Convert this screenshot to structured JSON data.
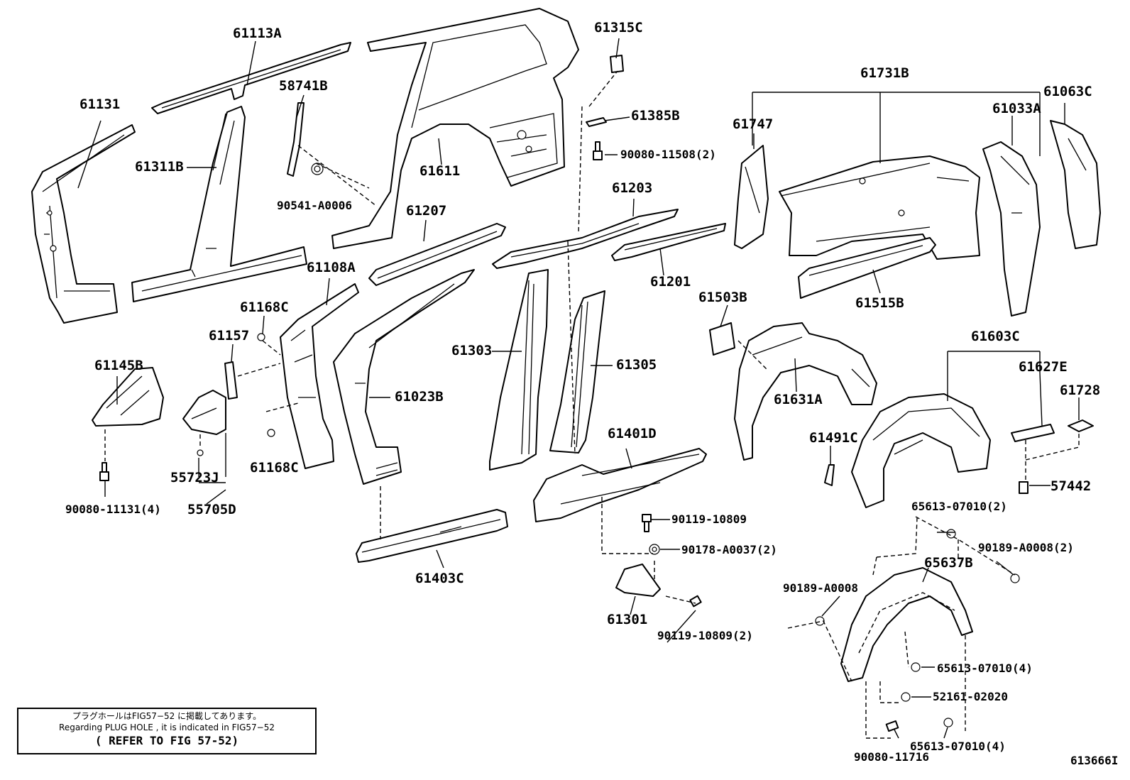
{
  "labels": {
    "p61113A": "61113A",
    "p61131": "61131",
    "p58741B": "58741B",
    "p61311B": "61311B",
    "p90541": "90541-A0006",
    "p61611": "61611",
    "p61315C": "61315C",
    "p61385B": "61385B",
    "p90080_11508": "90080-11508(2)",
    "p61203": "61203",
    "p61207": "61207",
    "p61201": "61201",
    "p61108A": "61108A",
    "p61168C_a": "61168C",
    "p61157": "61157",
    "p61145B": "61145B",
    "p61023B": "61023B",
    "p61303": "61303",
    "p61305": "61305",
    "p55723J": "55723J",
    "p61168C_b": "61168C",
    "p90080_11131": "90080-11131(4)",
    "p55705D": "55705D",
    "p61401D": "61401D",
    "p90119_10809": "90119-10809",
    "p90178": "90178-A0037(2)",
    "p61403C": "61403C",
    "p61301": "61301",
    "p90119_10809_2": "90119-10809(2)",
    "p61731B": "61731B",
    "p61063C": "61063C",
    "p61747": "61747",
    "p61033A": "61033A",
    "p61503B": "61503B",
    "p61515B": "61515B",
    "p61603C": "61603C",
    "p61627E": "61627E",
    "p61728": "61728",
    "p61631A": "61631A",
    "p61491C": "61491C",
    "p57442": "57442",
    "p65613_a": "65613-07010(2)",
    "p90189_a8_2": "90189-A0008(2)",
    "p65637B": "65637B",
    "p90189_a8": "90189-A0008",
    "p65613_b": "65613-07010(4)",
    "p52161": "52161-02020",
    "p90080_11716": "90080-11716",
    "p65613_c": "65613-07010(4)"
  },
  "note": {
    "line1": "プラグホールはFIG57−52 に掲載してあります。",
    "line2": "Regarding  PLUG HOLE , it is indicated  in  FIG57−52",
    "line3": "( REFER TO FIG 57-52)"
  },
  "figure_id": "613666I"
}
